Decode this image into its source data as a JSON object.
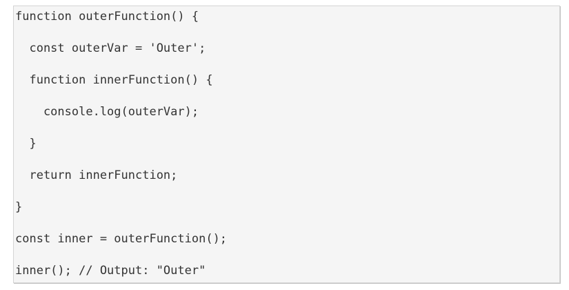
{
  "code_block": {
    "language": "javascript",
    "background_color": "#f5f5f5",
    "border_color": "#d4d4d4",
    "shadow_color": "#c3c3c3",
    "text_color": "#333333",
    "line_separator_blank_line": true,
    "lines": [
      "function outerFunction() {",
      "  const outerVar = 'Outer';",
      "  function innerFunction() {",
      "    console.log(outerVar);",
      "  }",
      "  return innerFunction;",
      "}",
      "const inner = outerFunction();",
      "inner(); // Output: \"Outer\""
    ]
  }
}
